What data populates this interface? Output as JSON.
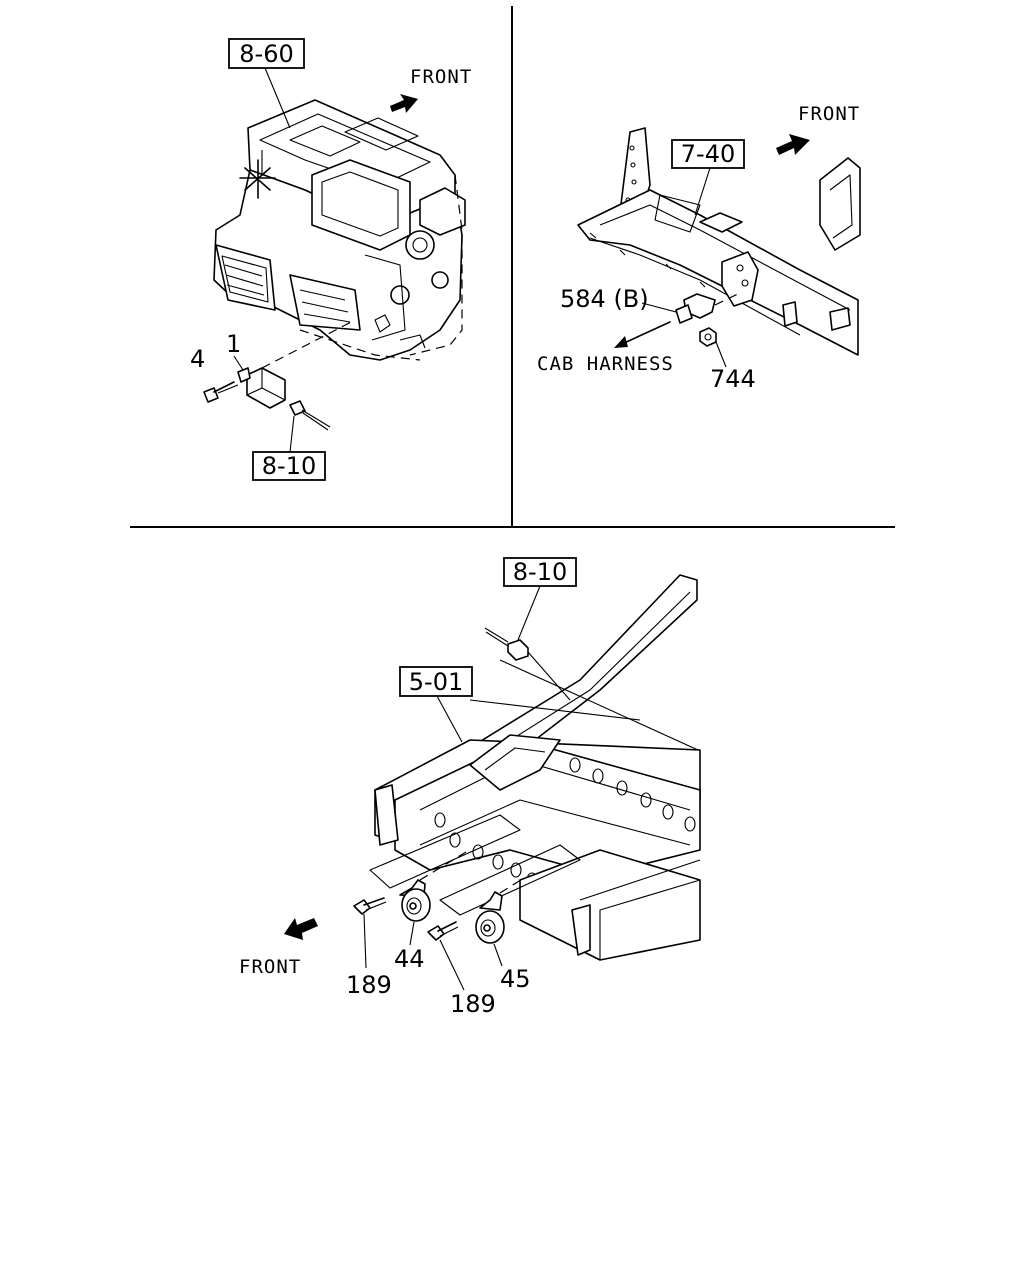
{
  "panels": {
    "top_left": {
      "ref_boxes": {
        "heater_unit": "8-60",
        "connector": "8-10"
      },
      "direction_label": "FRONT",
      "callouts": {
        "part_1": "1",
        "part_4": "4"
      }
    },
    "top_right": {
      "ref_boxes": {
        "frame": "7-40"
      },
      "direction_label": "FRONT",
      "callouts": {
        "part_584": "584 (B)",
        "part_744": "744"
      },
      "harness_label": "CAB HARNESS"
    },
    "bottom": {
      "ref_boxes": {
        "connector": "8-10",
        "chassis": "5-01"
      },
      "direction_label": "FRONT",
      "callouts": {
        "horn_low": "44",
        "horn_high": "45",
        "bolt_left": "189",
        "bolt_right": "189"
      }
    }
  }
}
